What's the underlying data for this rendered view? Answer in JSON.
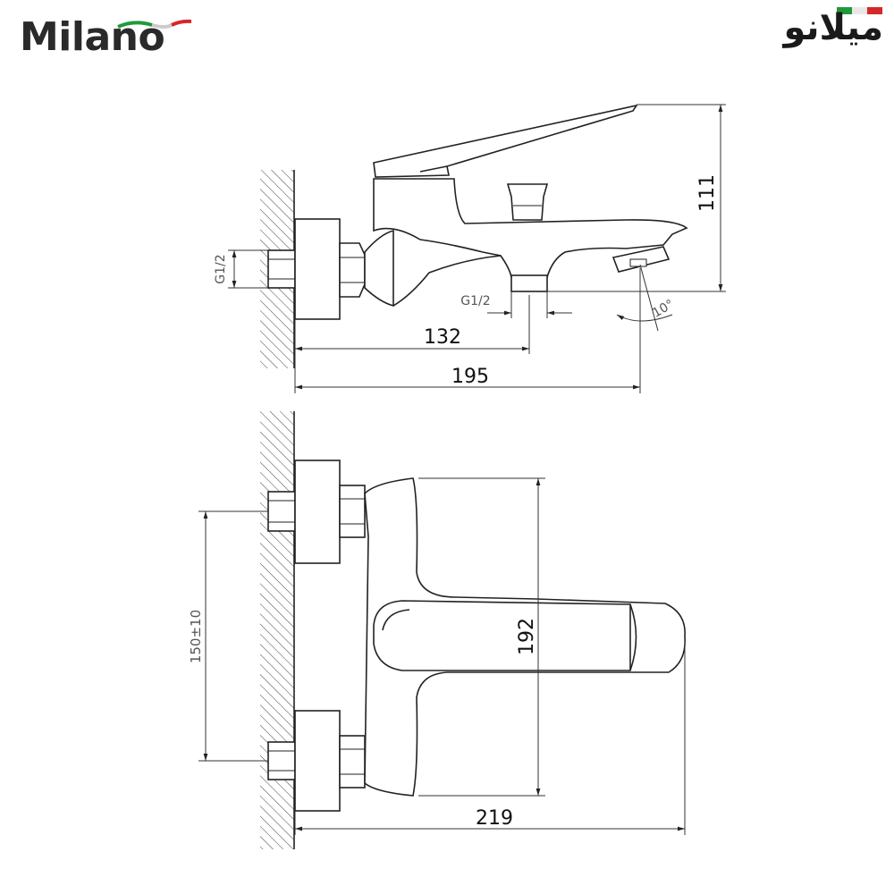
{
  "branding": {
    "logo_latin": "Milano",
    "logo_arabic": "میلانو",
    "flag_colors": [
      "#1f9a3a",
      "#ffffff",
      "#d62828"
    ]
  },
  "side_view": {
    "dim_height": "111",
    "dim_depth_spout": "132",
    "dim_depth_total": "195",
    "thread_wall": "G1/2",
    "thread_outlet": "G1/2",
    "angle": "10°"
  },
  "top_view": {
    "dim_width": "192",
    "dim_centers": "150±10",
    "dim_length": "219"
  }
}
